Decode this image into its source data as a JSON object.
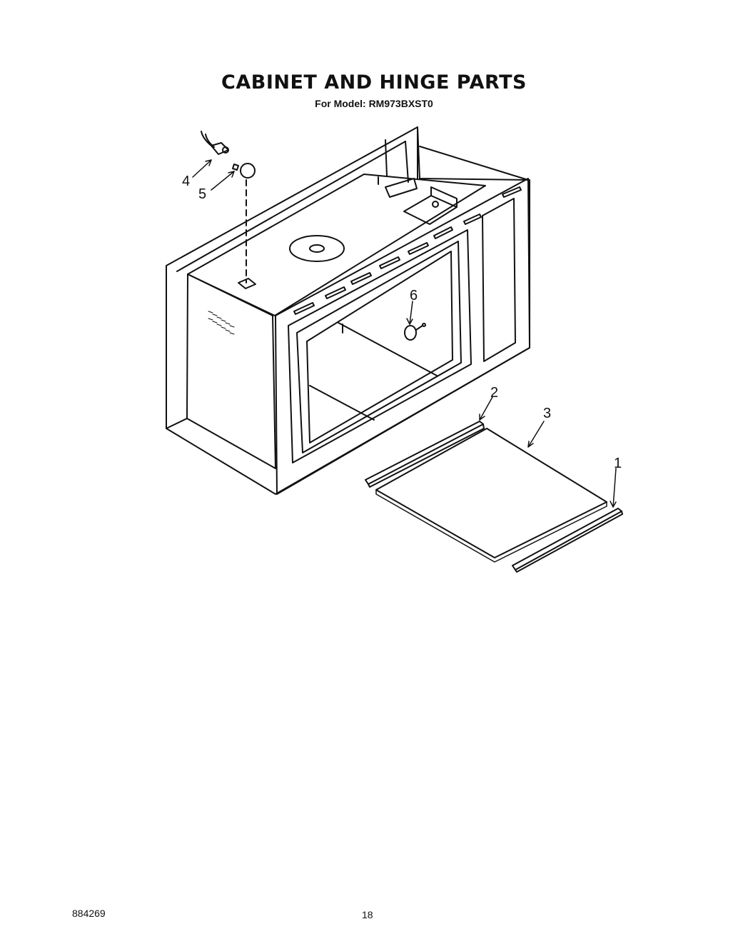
{
  "title": "CABINET AND HINGE PARTS",
  "subtitle": "For Model: RM973BXST0",
  "callouts": {
    "c1": "1",
    "c2": "2",
    "c3": "3",
    "c4": "4",
    "c5": "5",
    "c6": "6"
  },
  "footer": {
    "document_number": "884269",
    "page_number": "18"
  }
}
